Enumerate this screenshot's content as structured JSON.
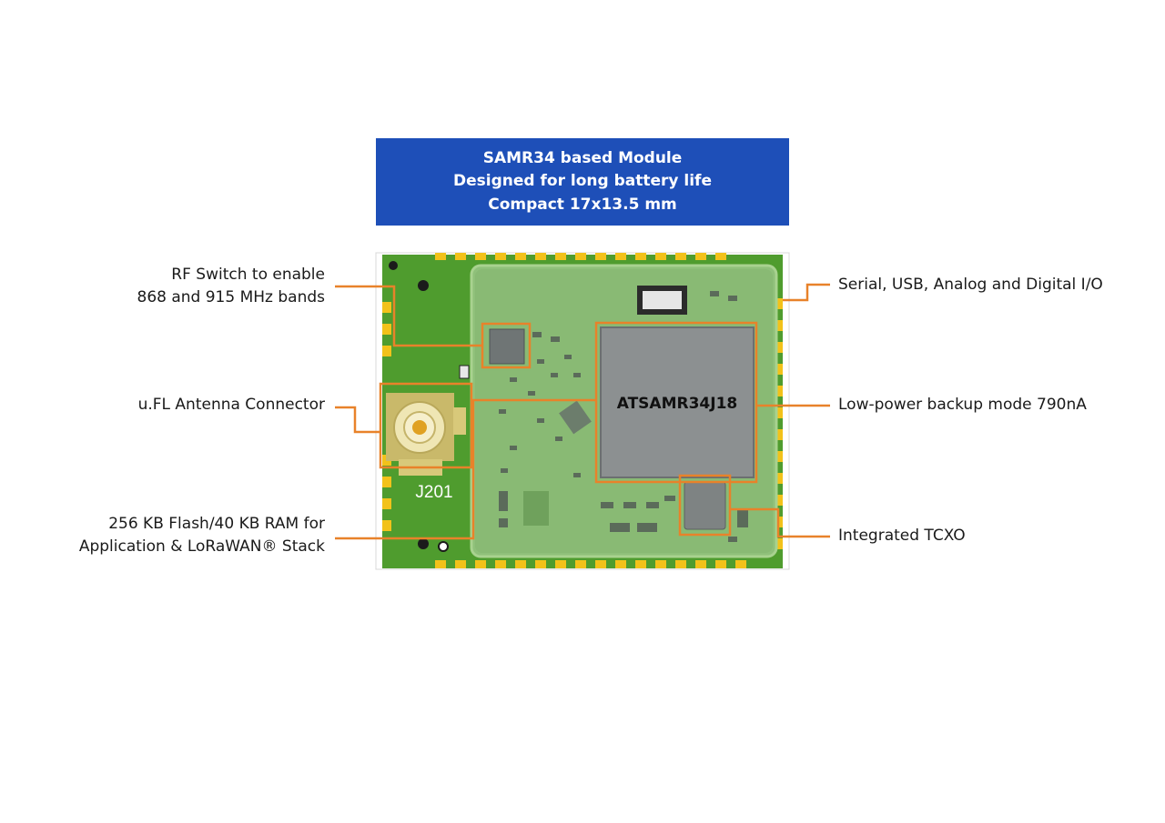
{
  "banner": {
    "lines": [
      "SAMR34 based Module",
      "Designed for long battery life",
      "Compact 17x13.5 mm"
    ]
  },
  "board": {
    "chip_label": "ATSAMR34J18",
    "connector_ref": "J201"
  },
  "callouts": {
    "rf_switch": [
      "RF Switch to enable",
      "868 and 915 MHz bands"
    ],
    "antenna": [
      "u.FL Antenna Connector"
    ],
    "flash_ram": [
      "256 KB Flash/40 KB RAM for",
      "Application & LoRaWAN® Stack"
    ],
    "io": [
      "Serial, USB, Analog and Digital I/O"
    ],
    "backup": [
      "Low-power backup mode 790nA"
    ],
    "tcxo": [
      "Integrated TCXO"
    ]
  },
  "colors": {
    "banner": "#1e4fb8",
    "callout_line": "#e8822a",
    "pcb": "#4f9c2e",
    "shield": "#8fc07a",
    "chip": "#8c9091"
  }
}
